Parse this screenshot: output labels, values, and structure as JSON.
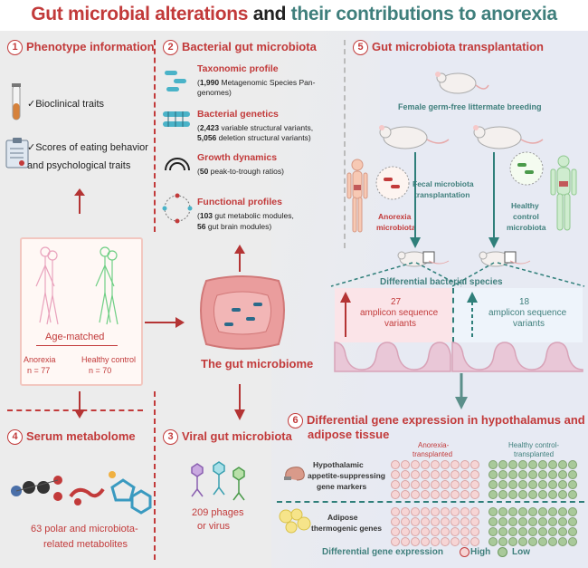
{
  "title": {
    "part1": "Gut microbial alterations",
    "part2": "and",
    "part3": "their contributions to anorexia"
  },
  "sections": {
    "s1": {
      "num": "1",
      "label": "Phenotype information"
    },
    "s2": {
      "num": "2",
      "label": "Bacterial gut microbiota"
    },
    "s3": {
      "num": "3",
      "label": "Viral gut microbiota"
    },
    "s4": {
      "num": "4",
      "label": "Serum metabolome"
    },
    "s5": {
      "num": "5",
      "label": "Gut microbiota transplantation"
    },
    "s6": {
      "num": "6",
      "label_line1": "Differential gene expression in hypothalamus and",
      "label_line2": "adipose tissue"
    }
  },
  "phenotype": {
    "item1": "✓Bioclinical traits",
    "item2_line1": "✓Scores of eating behavior",
    "item2_line2": "and psychological traits"
  },
  "bacterial": {
    "taxonomic": {
      "title": "Taxonomic profile",
      "line1_num": "1,990",
      "line1_rest": " Metagenomic Species Pan-",
      "line2": "genomes)"
    },
    "genetics": {
      "title": "Bacterial genetics",
      "line1_num": "2,423",
      "line1_rest": " variable structural variants,",
      "line2_num": "5,056",
      "line2_rest": " deletion structural variants)"
    },
    "growth": {
      "title": "Growth dynamics",
      "line1_num": "50",
      "line1_rest": " peak-to-trough ratios)"
    },
    "functional": {
      "title": "Functional profiles",
      "line1_num": "103",
      "line1_rest": " gut metabolic modules,",
      "line2_num": "56",
      "line2_rest": " gut brain modules)"
    }
  },
  "cohort": {
    "age_matched": "Age-matched",
    "anorexia_label": "Anorexia",
    "anorexia_n": "n = 77",
    "control_label": "Healthy control",
    "control_n": "n = 70"
  },
  "gut": {
    "label": "The gut microbiome"
  },
  "serum": {
    "line1": "63 polar and microbiota-",
    "line2": "related metabolites"
  },
  "viral": {
    "line1": "209 phages",
    "line2": "or virus"
  },
  "transplant": {
    "breeding": "Female germ-free littermate breeding",
    "fecal_line1": "Fecal microbiota",
    "fecal_line2": "transplantation",
    "anorexia_line1": "Anorexia",
    "anorexia_line2": "microbiota",
    "healthy_line1": "Healthy",
    "healthy_line2": "control",
    "healthy_line3": "microbiota",
    "diff_species": "Differential bacterial species",
    "left_count": "27",
    "left_line1": "amplicon  sequence",
    "left_line2": "variants",
    "right_count": "18",
    "right_line1": "amplicon  sequence",
    "right_line2": "variants"
  },
  "expression": {
    "col_anorexia_line1": "Anorexia-",
    "col_anorexia_line2": "transplanted",
    "col_healthy_line1": "Healthy control-",
    "col_healthy_line2": "transplanted",
    "row1_line1": "Hypothalamic",
    "row1_line2": "appetite-suppressing",
    "row1_line3": "gene markers",
    "row2_line1": "Adipose",
    "row2_line2": "thermogenic genes",
    "legend_title": "Differential gene expression",
    "legend_high": "High",
    "legend_low": "Low"
  },
  "colors": {
    "accent_red": "#c23a3a",
    "accent_teal": "#3f7f7c",
    "high": "#f6d5d5",
    "low": "#a9c99a"
  }
}
